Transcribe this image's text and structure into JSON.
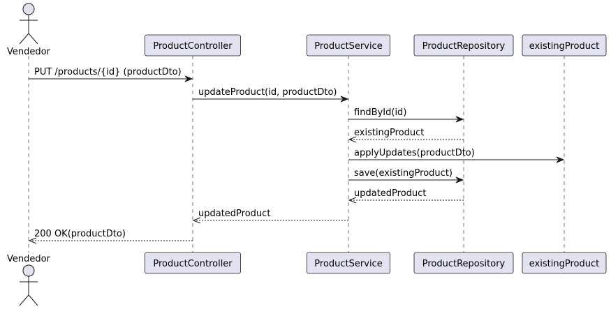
{
  "diagram": {
    "type": "sequence",
    "participants": [
      {
        "id": "vendedor",
        "label": "Vendedor",
        "kind": "actor"
      },
      {
        "id": "controller",
        "label": "ProductController",
        "kind": "participant"
      },
      {
        "id": "service",
        "label": "ProductService",
        "kind": "participant"
      },
      {
        "id": "repository",
        "label": "ProductRepository",
        "kind": "participant"
      },
      {
        "id": "existing",
        "label": "existingProduct",
        "kind": "participant"
      }
    ],
    "messages": [
      {
        "from": "vendedor",
        "to": "controller",
        "label": "PUT /products/{id} (productDto)",
        "style": "sync"
      },
      {
        "from": "controller",
        "to": "service",
        "label": "updateProduct(id, productDto)",
        "style": "sync"
      },
      {
        "from": "service",
        "to": "repository",
        "label": "findById(id)",
        "style": "sync"
      },
      {
        "from": "repository",
        "to": "service",
        "label": "existingProduct",
        "style": "return"
      },
      {
        "from": "service",
        "to": "existing",
        "label": "applyUpdates(productDto)",
        "style": "sync"
      },
      {
        "from": "service",
        "to": "repository",
        "label": "save(existingProduct)",
        "style": "sync"
      },
      {
        "from": "repository",
        "to": "service",
        "label": "updatedProduct",
        "style": "return"
      },
      {
        "from": "service",
        "to": "controller",
        "label": "updatedProduct",
        "style": "return"
      },
      {
        "from": "controller",
        "to": "vendedor",
        "label": "200 OK(productDto)",
        "style": "return"
      }
    ],
    "colors": {
      "box_fill": "#e2e2f0",
      "box_stroke": "#181818",
      "lifeline": "#181818",
      "arrow": "#181818",
      "text": "#000000"
    }
  }
}
